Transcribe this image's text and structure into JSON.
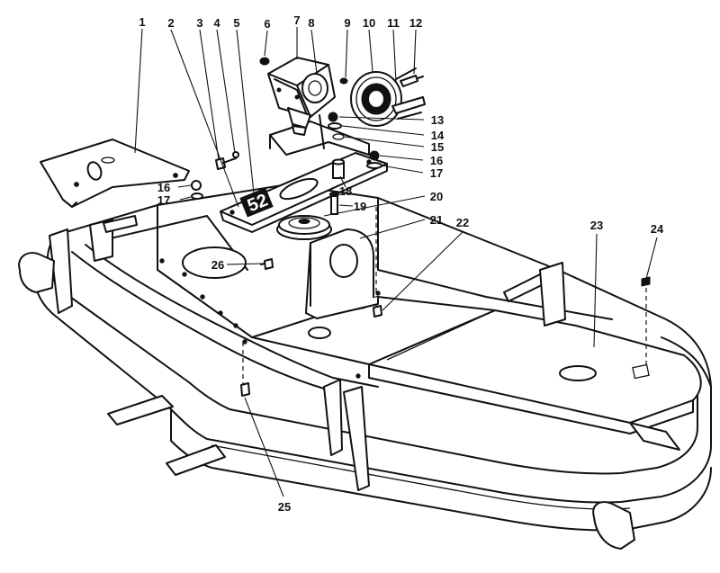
{
  "diagram": {
    "callouts": [
      "1",
      "2",
      "3",
      "4",
      "5",
      "6",
      "7",
      "8",
      "9",
      "10",
      "11",
      "12",
      "13",
      "14",
      "15",
      "16",
      "17",
      "18",
      "19",
      "20",
      "21",
      "22",
      "23",
      "24",
      "25",
      "26"
    ],
    "left_side_callouts": [
      "16",
      "17"
    ],
    "plate_stamp": "52"
  }
}
